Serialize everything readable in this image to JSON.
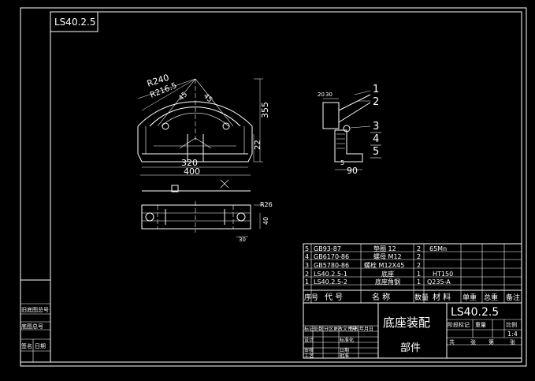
{
  "drawing_code_tab": "LS40.2.5",
  "main_view": {
    "radius_outer_label": "R240",
    "radius_inner_label": "R216.5",
    "angle_label_left": "45",
    "angle_label_right": "45",
    "dim_height": "355",
    "dim_small": "22",
    "dim_inner_width": "320",
    "dim_overall_width": "400"
  },
  "side_view": {
    "dim_30": "30",
    "dim_20": "20",
    "dim_5": "5",
    "dim_90": "90",
    "balloons": [
      "1",
      "2",
      "3",
      "4",
      "5"
    ]
  },
  "bottom_view": {
    "radius_label": "R26",
    "dim_right": "40",
    "dim_bottom": "30"
  },
  "parts_list": [
    {
      "no": "5",
      "code": "GB93-87",
      "name": "垫圈 12",
      "qty": "2",
      "material": "65Mn"
    },
    {
      "no": "4",
      "code": "GB6170-86",
      "name": "螺母 M12",
      "qty": "2",
      "material": ""
    },
    {
      "no": "3",
      "code": "GB5780-86",
      "name": "螺栓 M12X45",
      "qty": "2",
      "material": ""
    },
    {
      "no": "2",
      "code": "LS40.2.5-1",
      "name": "底座",
      "qty": "1",
      "material": "HT150"
    },
    {
      "no": "1",
      "code": "LS40.2.5-2",
      "name": "底座角钢",
      "qty": "1",
      "material": "Q235-A"
    }
  ],
  "parts_header": {
    "no": "序号",
    "code": "代 号",
    "name": "名 称",
    "qty": "数量",
    "material": "材 料",
    "unit_weight": "单重",
    "total_weight": "总重",
    "remark": "备注"
  },
  "title_block": {
    "drawing_number": "LS40.2.5",
    "title": "底座装配",
    "subtitle": "部件",
    "scale": "1:4",
    "stage_label": "阶段标记",
    "weight_label": "重量",
    "scale_label": "比例",
    "sheet_total": "共",
    "sheet_label": "张",
    "sheet_no": "第",
    "sheet_label2": "张",
    "rows_left": [
      "标记",
      "设计",
      "审核",
      "工艺"
    ],
    "rows_mid": [
      "处数",
      "标准化",
      "批准"
    ],
    "rows_right": [
      "分区",
      "更改文件号",
      "签名",
      "年月日",
      "日期"
    ]
  },
  "left_strip": {
    "labels": [
      "旧底图总号",
      "底图总号",
      "签名",
      "日期"
    ]
  }
}
